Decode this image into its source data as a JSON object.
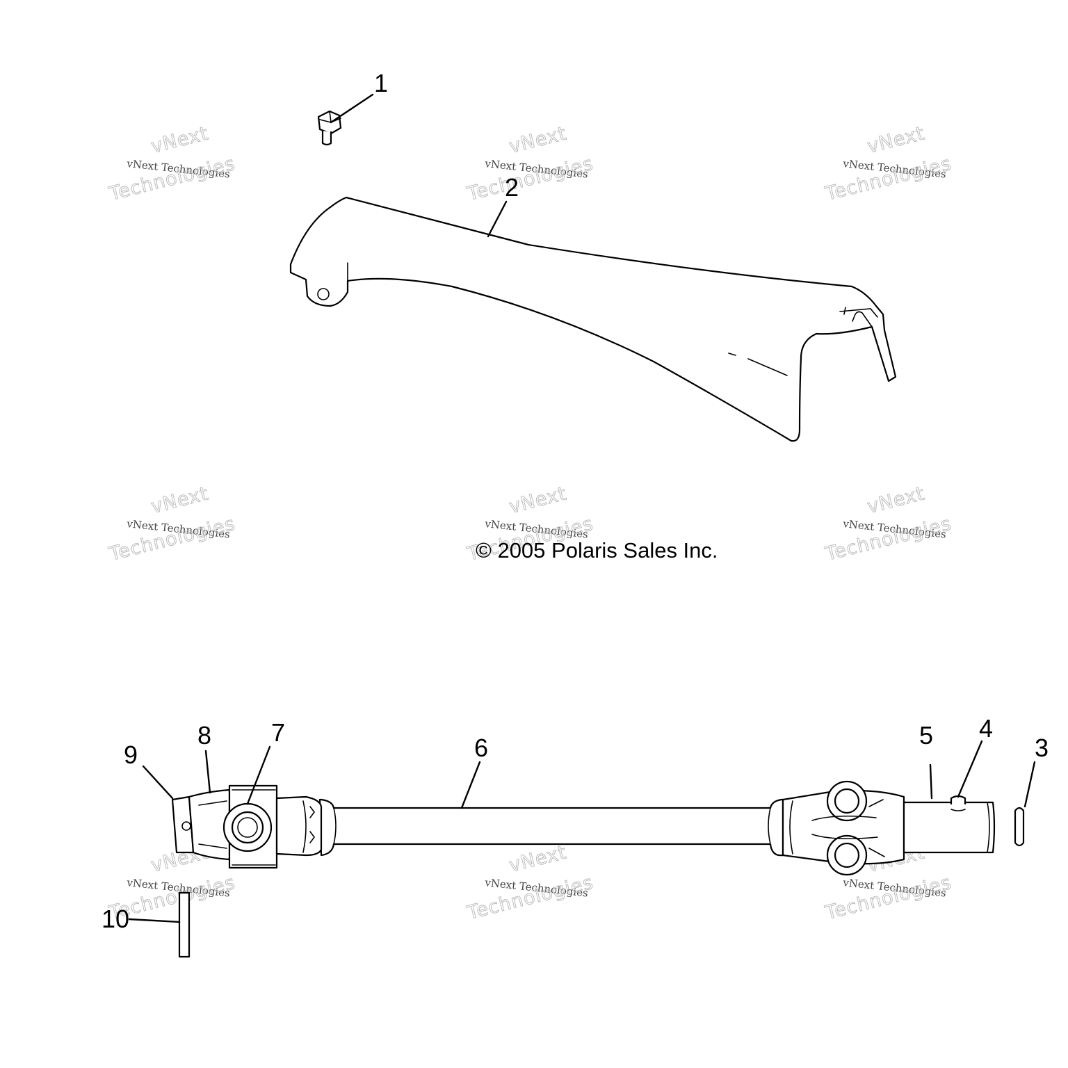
{
  "callouts": [
    "1",
    "2",
    "3",
    "4",
    "5",
    "6",
    "7",
    "8",
    "9",
    "10"
  ],
  "copyright": "© 2005 Polaris Sales Inc.",
  "watermark": {
    "line_small": "vNext Technologies",
    "line_top": "vNext",
    "line_bottom": "Technologies"
  }
}
